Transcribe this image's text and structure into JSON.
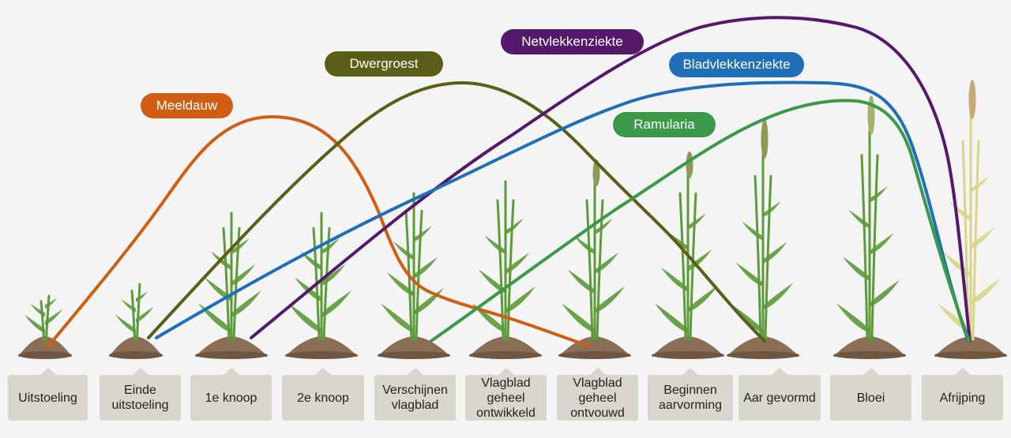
{
  "colors": {
    "meeldauw": "#cf5e12",
    "dwergroest": "#5a5e17",
    "netvlekkenziekte": "#55196b",
    "bladvlekkenziekte": "#1f6fb8",
    "ramularia": "#3a9a4a",
    "stage_box": "#d9d6cd",
    "plant_green": "#5c9a3a",
    "plant_ripe": "#d8d48a",
    "soil": "#8a6e55"
  },
  "diseases": [
    {
      "id": "meeldauw",
      "label": "Meeldauw",
      "color": "#cf5e12"
    },
    {
      "id": "dwergroest",
      "label": "Dwergroest",
      "color": "#5a5e17"
    },
    {
      "id": "netvlekkenziekte",
      "label": "Netvlekkenziekte",
      "color": "#55196b"
    },
    {
      "id": "bladvlekkenziekte",
      "label": "Bladvlekkenziekte",
      "color": "#1f6fb8"
    },
    {
      "id": "ramularia",
      "label": "Ramularia",
      "color": "#3a9a4a"
    }
  ],
  "stages": [
    {
      "label": "Uitstoeling"
    },
    {
      "label": "Einde\nuitstoeling"
    },
    {
      "label": "1e knoop"
    },
    {
      "label": "2e knoop"
    },
    {
      "label": "Verschijnen\nvlagblad"
    },
    {
      "label": "Vlagblad\ngeheel\nontwikkeld"
    },
    {
      "label": "Vlagblad\ngeheel\nontvouwd"
    },
    {
      "label": "Beginnen\naarvorming"
    },
    {
      "label": "Aar gevormd"
    },
    {
      "label": "Bloei"
    },
    {
      "label": "Afrijping"
    }
  ]
}
